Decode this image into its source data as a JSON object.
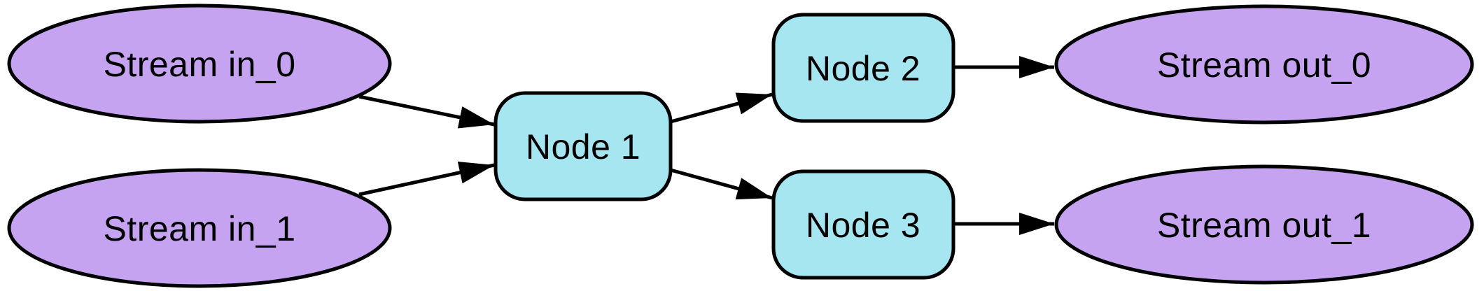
{
  "diagram": {
    "type": "flow-graph",
    "background": "#ffffff",
    "colors": {
      "stream_fill": "#c5a3f0",
      "node_fill": "#a6e6f1",
      "stroke": "#000000",
      "text": "#000000"
    },
    "nodes": [
      {
        "id": "stream-in-0",
        "label": "Stream in_0",
        "shape": "ellipse"
      },
      {
        "id": "stream-in-1",
        "label": "Stream in_1",
        "shape": "ellipse"
      },
      {
        "id": "node-1",
        "label": "Node 1",
        "shape": "rounded-rect"
      },
      {
        "id": "node-2",
        "label": "Node 2",
        "shape": "rounded-rect"
      },
      {
        "id": "node-3",
        "label": "Node 3",
        "shape": "rounded-rect"
      },
      {
        "id": "stream-out-0",
        "label": "Stream out_0",
        "shape": "ellipse"
      },
      {
        "id": "stream-out-1",
        "label": "Stream out_1",
        "shape": "ellipse"
      }
    ],
    "edges": [
      {
        "from": "Stream in_0",
        "to": "Node 1"
      },
      {
        "from": "Stream in_1",
        "to": "Node 1"
      },
      {
        "from": "Node 1",
        "to": "Node 2"
      },
      {
        "from": "Node 1",
        "to": "Node 3"
      },
      {
        "from": "Node 2",
        "to": "Stream out_0"
      },
      {
        "from": "Node 3",
        "to": "Stream out_1"
      }
    ]
  }
}
